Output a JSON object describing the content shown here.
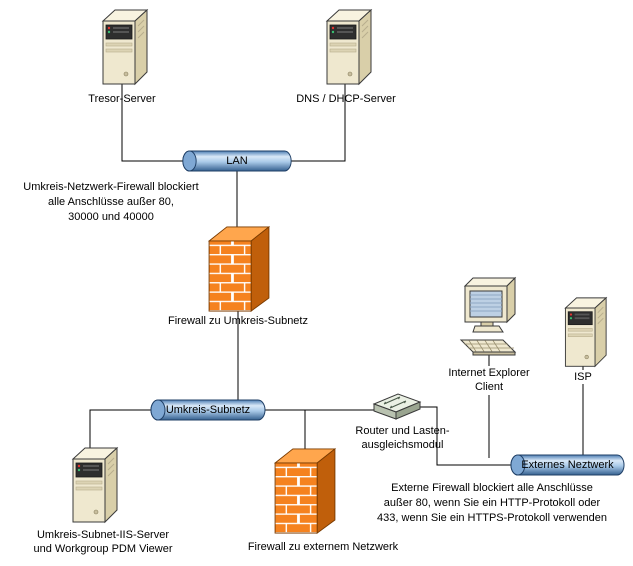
{
  "diagram": {
    "nodes": {
      "tresor": {
        "label": "Tresor-Server"
      },
      "dns": {
        "label": "DNS / DHCP-Server"
      },
      "lan": {
        "label": "LAN"
      },
      "firewall1": {
        "label": "Firewall zu Umkreis-Subnetz"
      },
      "subnetz": {
        "label": "Umkreis-Subnetz"
      },
      "iis": {
        "label": "Umkreis-Subnet-IIS-Server\nund Workgroup PDM Viewer"
      },
      "firewall2": {
        "label": "Firewall zu externem Netzwerk"
      },
      "router": {
        "label": "Router und Lasten-\nausgleichsmodul"
      },
      "client": {
        "label": "Internet Explorer\nClient"
      },
      "isp": {
        "label": "ISP"
      },
      "extern": {
        "label": "Externes Neztwerk"
      }
    },
    "notes": {
      "perimeter_firewall": "Umkreis-Netzwerk-Firewall blockiert\nalle Anschlüsse außer 80,\n30000 und 40000",
      "external_firewall": "Externe Firewall blockiert alle Anschlüsse\naußer 80, wenn Sie ein HTTP-Protokoll oder\n433, wenn Sie ein HTTPS-Protokoll verwenden"
    },
    "colors": {
      "firewall_brick": "#F5821F",
      "firewall_side": "#C05F0B",
      "firewall_top": "#FFA64D",
      "cylinder_blue": "#5B8DC8",
      "cylinder_stroke": "#1F3F66",
      "server_front": "#EFE8CF",
      "line": "#000000"
    }
  }
}
